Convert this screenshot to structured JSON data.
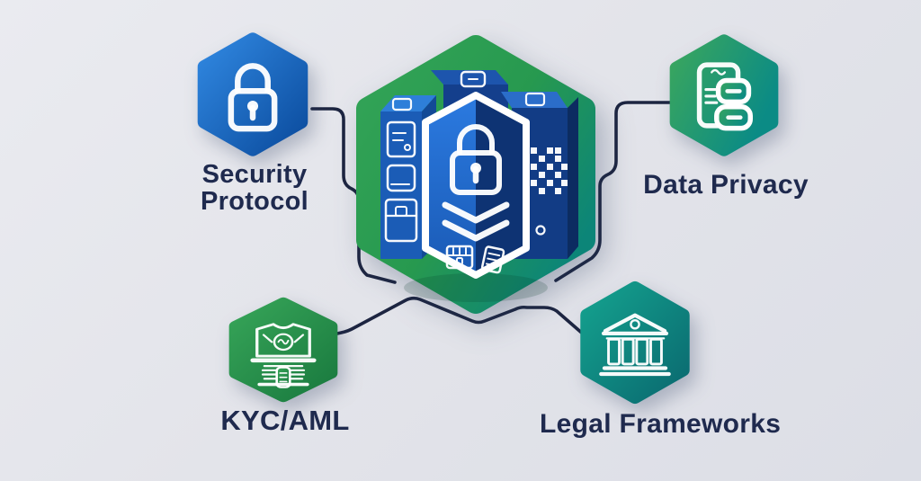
{
  "canvas": {
    "background_top": "#eaebf0",
    "background_bottom": "#dcdee6",
    "connector_color": "#1d2541",
    "label_color": "#1f2a4e",
    "icon_color": "#ffffff"
  },
  "center": {
    "id": "core",
    "icon": "blockchain-core-vault-icon",
    "hex_gradient": [
      "#33a457",
      "#27994f",
      "#0c8578"
    ],
    "structure_colors": {
      "light_blue": "#2b7ae0",
      "mid_blue": "#1b5cb6",
      "top_blue": "#2e7fd9",
      "navy": "#0e3373",
      "dark_navy": "#0c2c61",
      "back_blue": "#1d55ad"
    }
  },
  "nodes": [
    {
      "id": "security-protocol",
      "label": "Security Protocol",
      "icon": "padlock-icon",
      "gradient": [
        "#3087e0",
        "#0b4c9e"
      ]
    },
    {
      "id": "data-privacy",
      "label": "Data Privacy",
      "icon": "privacy-checklist-icon",
      "gradient": [
        "#3aa65e",
        "#0b8b85"
      ]
    },
    {
      "id": "kyc-aml",
      "label": "KYC/AML",
      "icon": "identity-review-icon",
      "gradient": [
        "#36a458",
        "#1b7c40"
      ]
    },
    {
      "id": "legal-frameworks",
      "label": "Legal Frameworks",
      "icon": "courthouse-icon",
      "gradient": [
        "#14a18e",
        "#0a6a70"
      ]
    }
  ]
}
